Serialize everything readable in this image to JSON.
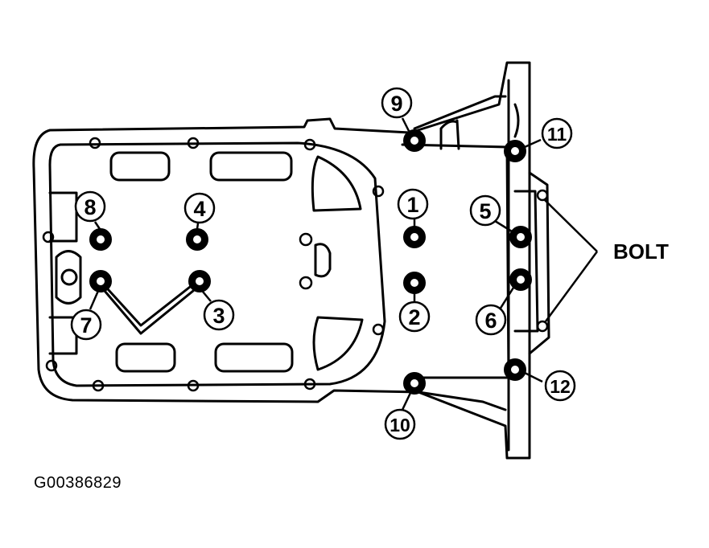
{
  "diagram": {
    "callout_label": "BOLT",
    "figure_id": "G00386829",
    "bolts": [
      {
        "number": "1"
      },
      {
        "number": "2"
      },
      {
        "number": "3"
      },
      {
        "number": "4"
      },
      {
        "number": "5"
      },
      {
        "number": "6"
      },
      {
        "number": "7"
      },
      {
        "number": "8"
      },
      {
        "number": "9"
      },
      {
        "number": "10"
      },
      {
        "number": "11"
      },
      {
        "number": "12"
      }
    ]
  }
}
